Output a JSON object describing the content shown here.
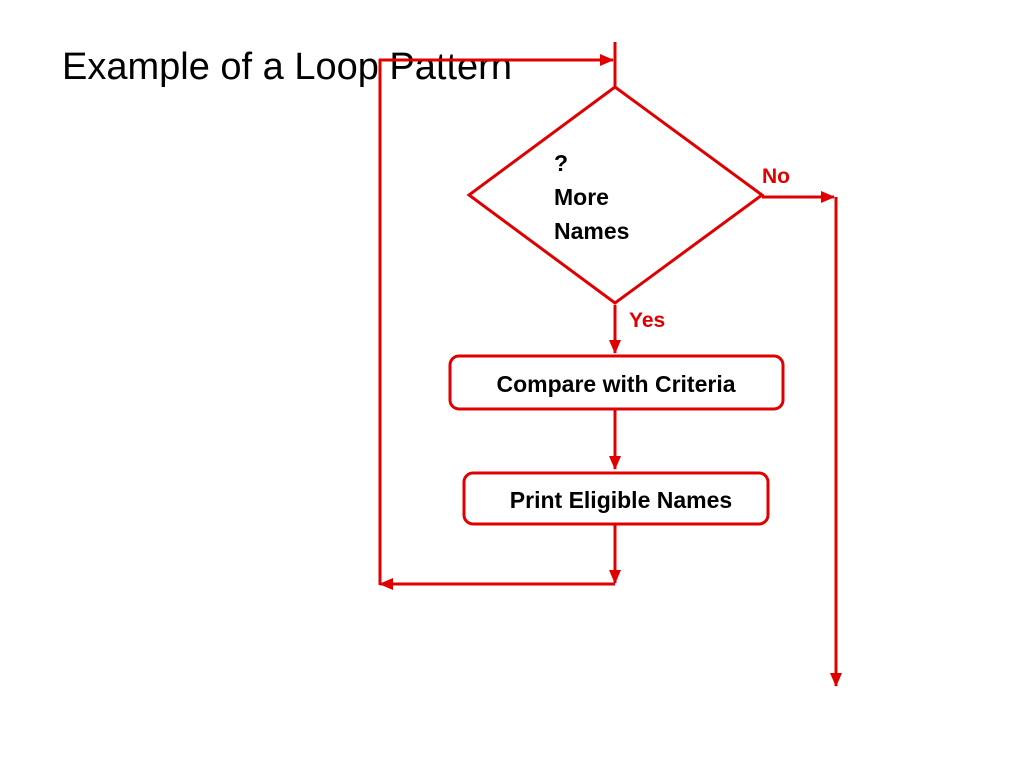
{
  "title": "Example of a Loop Pattern",
  "colors": {
    "line": "#e00000",
    "text": "#000000",
    "label": "#e00000",
    "background": "#ffffff"
  },
  "decision": {
    "lines": [
      "?",
      "More",
      "Names"
    ]
  },
  "steps": {
    "compare": "Compare with Criteria",
    "print": "Print Eligible Names"
  },
  "edge_labels": {
    "no": "No",
    "yes": "Yes"
  }
}
